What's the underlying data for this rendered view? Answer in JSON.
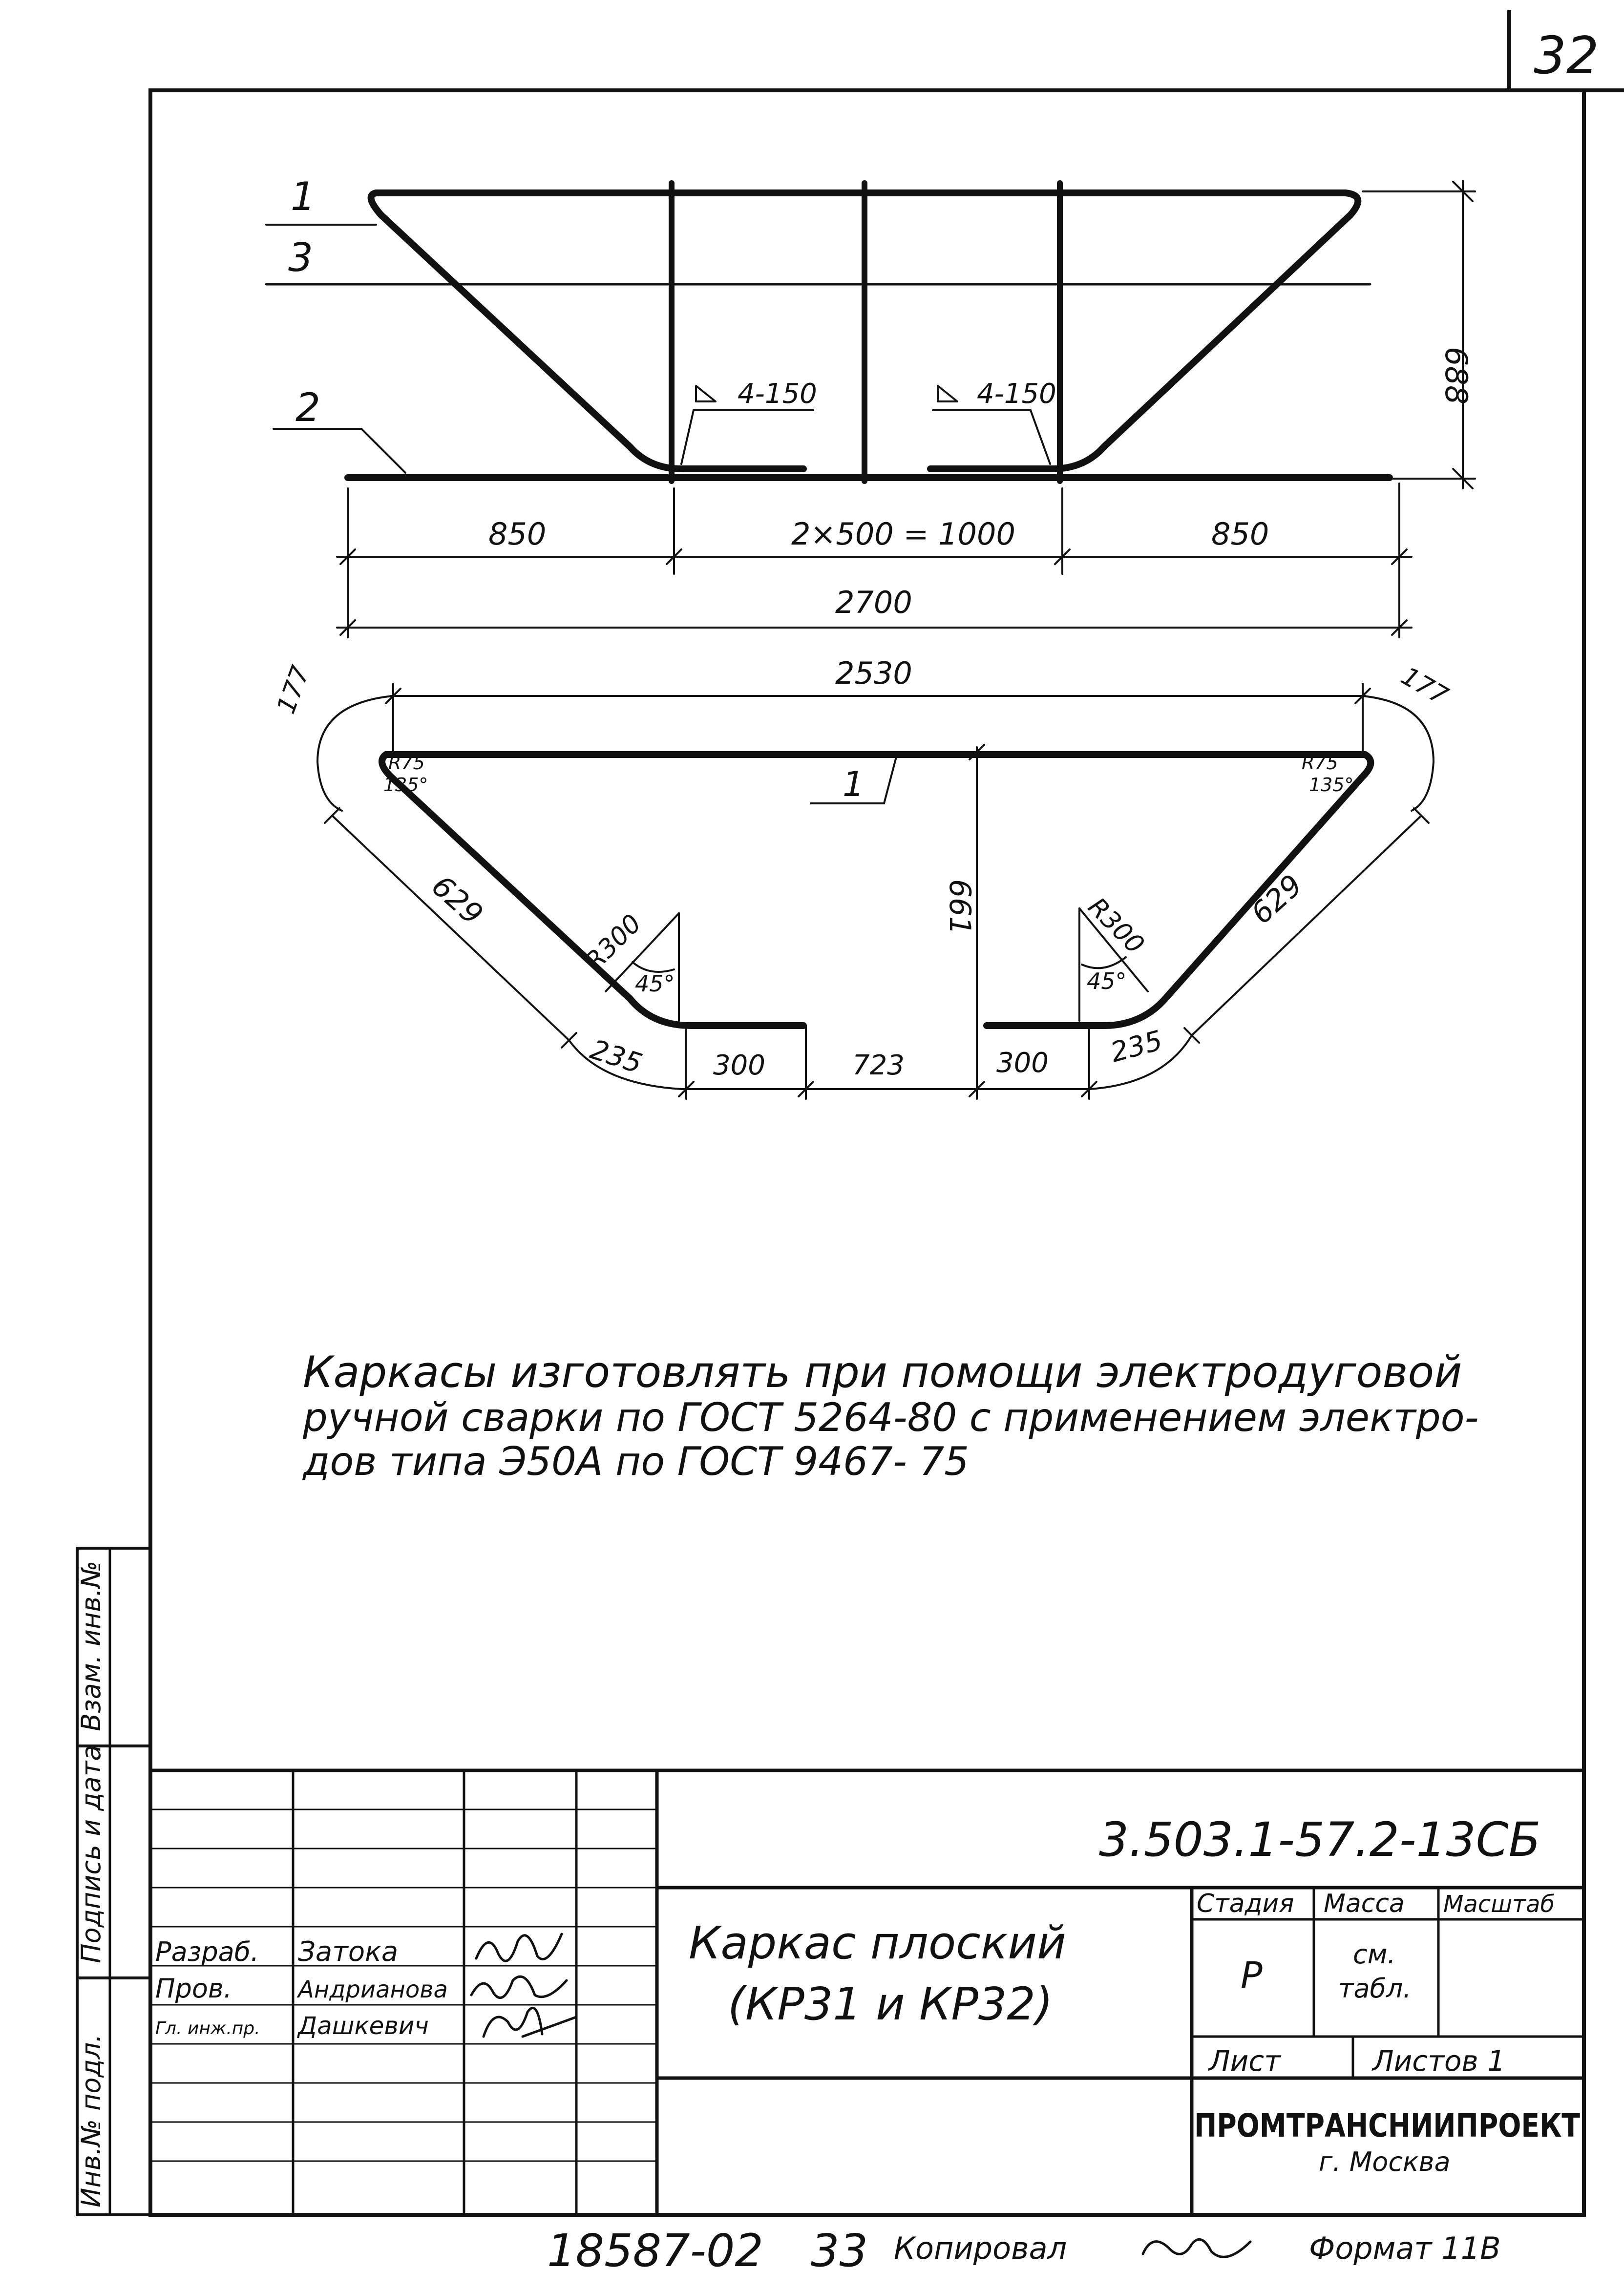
{
  "sheet": {
    "number": "32"
  },
  "frame_top": {
    "callouts": {
      "c1": "1",
      "c2": "2",
      "c3": "3"
    },
    "weld_left": "4-150",
    "weld_right": "4-150",
    "height": "688",
    "dims": {
      "left": "850",
      "mid": "2×500 = 1000",
      "right": "850",
      "total": "2700"
    }
  },
  "frame_bottom": {
    "top_len": "2530",
    "corner_left": "177",
    "corner_right": "177",
    "r75_left": "R75",
    "ang135_left": "135°",
    "r75_right": "R75",
    "ang135_right": "135°",
    "callout": "1",
    "height": "661",
    "slope_left": "629",
    "slope_right": "629",
    "r300_left": "R300",
    "ang45_left": "45°",
    "r300_right": "R300",
    "ang45_right": "45°",
    "bottom_dims": {
      "a": "235",
      "b": "300",
      "c": "723",
      "d": "300",
      "e": "235"
    }
  },
  "note": {
    "line1": "Каркасы изготовлять при помощи электродуговой",
    "line2": "ручной сварки по ГОСТ 5264-80 с применением электро-",
    "line3": "дов типа Э50А по ГОСТ 9467- 75"
  },
  "side_stamp": {
    "inv_replace": "Взам. инв.№",
    "sign_date": "Подпись и дата",
    "inv_orig": "Инв.№ подл."
  },
  "title_block": {
    "doc_code": "3.503.1-57.2-13СБ",
    "title_line1": "Каркас плоский",
    "title_line2": "(КР31 и КР32)",
    "stage_h": "Стадия",
    "mass_h": "Масса",
    "scale_h": "Масштаб",
    "stage_v": "Р",
    "mass_v1": "см.",
    "mass_v2": "табл.",
    "sheet_h": "Лист",
    "sheets_h": "Листов 1",
    "org": "ПРОМТРАНСНИИПРОЕКТ",
    "city": "г. Москва",
    "roles": [
      {
        "role": "Разраб.",
        "name": "Затока"
      },
      {
        "role": "Пров.",
        "name": "Андрианова"
      },
      {
        "role": "Гл. инж.пр.",
        "name": "Дашкевич"
      }
    ]
  },
  "footer": {
    "inv_no": "18587-02",
    "page": "33",
    "copied": "Копировал",
    "format": "Формат 11В"
  }
}
